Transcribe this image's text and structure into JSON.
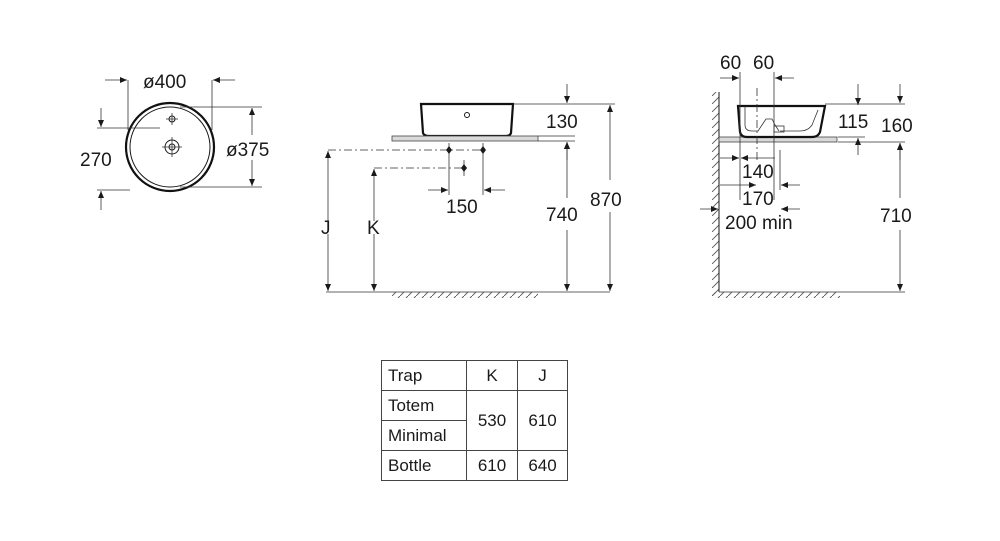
{
  "top_view": {
    "dia_outer": "ø400",
    "dia_inner": "ø375",
    "depth": "270"
  },
  "front_view": {
    "basin_height": "130",
    "counter_height": "740",
    "total_height": "870",
    "spacing": "150",
    "label_j": "J",
    "label_k": "K"
  },
  "side_view": {
    "offset_a": "60",
    "offset_b": "60",
    "height_inner": "115",
    "height_outer": "160",
    "dist_140": "140",
    "dist_170": "170",
    "dist_200": "200 min",
    "counter_height": "710"
  },
  "trap_table": {
    "header": [
      "Trap",
      "K",
      "J"
    ],
    "row1_labels": [
      "Totem",
      "Minimal"
    ],
    "row1_k": "530",
    "row1_j": "610",
    "row2_label": "Bottle",
    "row2_k": "610",
    "row2_j": "640"
  }
}
